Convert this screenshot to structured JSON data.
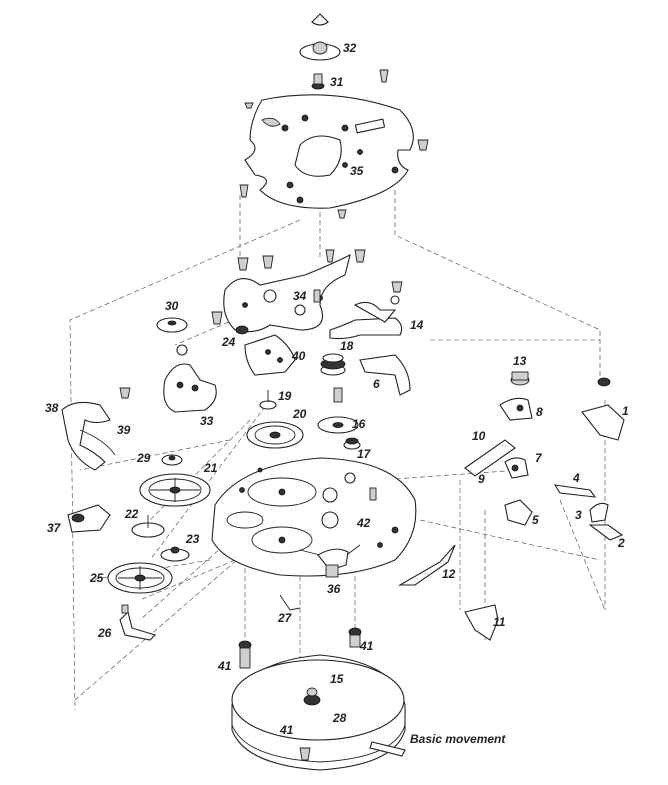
{
  "caption": "Basic movement",
  "labels": [
    "1",
    "2",
    "3",
    "4",
    "5",
    "6",
    "7",
    "8",
    "9",
    "10",
    "11",
    "12",
    "13",
    "14",
    "15",
    "16",
    "17",
    "18",
    "19",
    "20",
    "21",
    "22",
    "23",
    "24",
    "25",
    "26",
    "27",
    "28",
    "29",
    "30",
    "31",
    "32",
    "33",
    "34",
    "35",
    "36",
    "37",
    "38",
    "39",
    "40",
    "41",
    "41",
    "41",
    "42"
  ]
}
